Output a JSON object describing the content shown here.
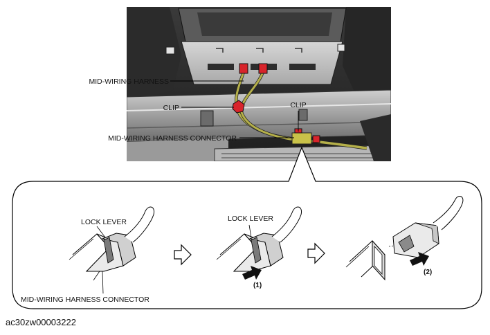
{
  "figure": {
    "labels": {
      "mid_wiring_harness": "MID-WIRING HARNESS",
      "clip_left": "CLIP",
      "clip_right": "CLIP",
      "mid_wiring_harness_connector": "MID-WIRING HARNESS CONNECTOR",
      "lock_lever_1": "LOCK LEVER",
      "lock_lever_2": "LOCK LEVER",
      "detail_connector": "MID-WIRING HARNESS CONNECTOR",
      "step_1": "(1)",
      "step_2": "(2)"
    },
    "figure_code": "ac30zw00003222"
  },
  "colors": {
    "harness_wire": "#b5b04a",
    "connector_red": "#d8242b",
    "photo_dark": "#2a2a2a",
    "photo_mid": "#8f8f8f",
    "outline": "#000000"
  }
}
